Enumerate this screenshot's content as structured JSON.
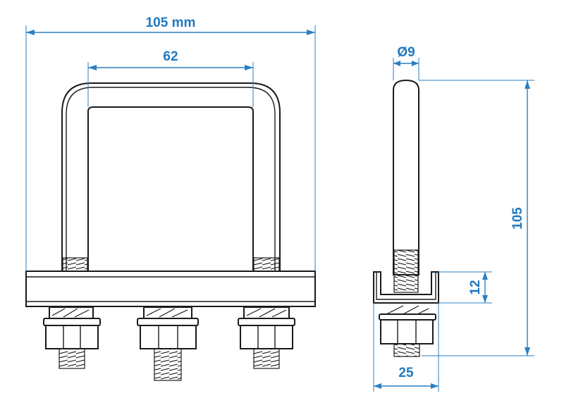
{
  "dimensions": {
    "overall_width": "105 mm",
    "inner_width": "62",
    "rod_diameter": "Ø9",
    "total_height": "105",
    "bracket_height": "12",
    "bracket_width": "25"
  },
  "colors": {
    "dimension": "#2a7fc4",
    "outline": "#1a1a1a",
    "background": "#ffffff"
  }
}
